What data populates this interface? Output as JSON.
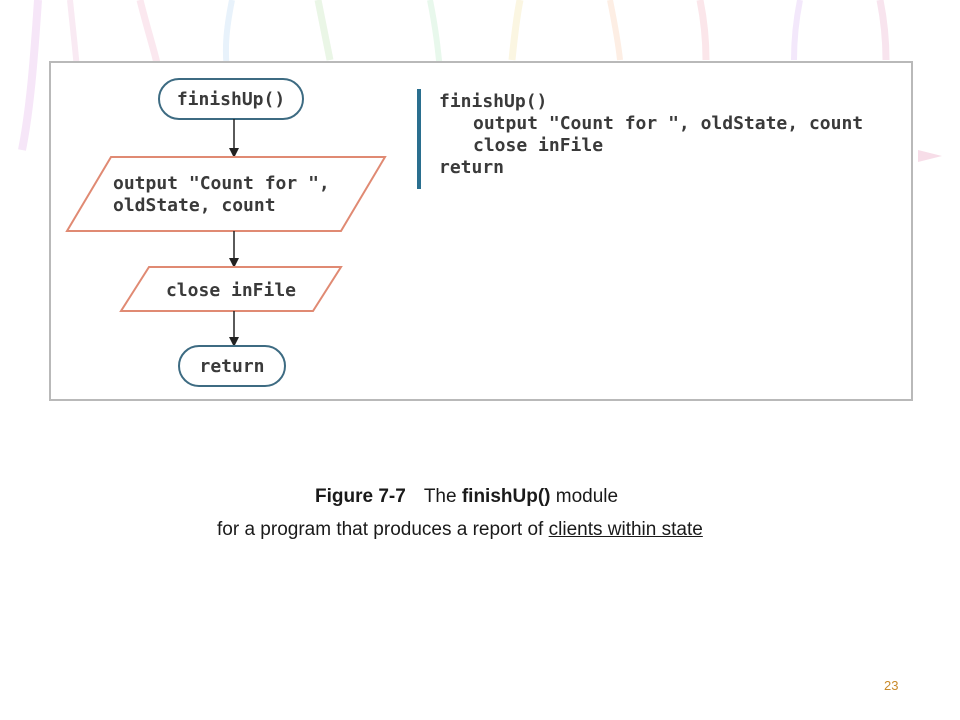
{
  "flowchart": {
    "start": "finishUp()",
    "output_line1": "output \"Count for \",",
    "output_line2": "oldState, count",
    "close": "close inFile",
    "end": "return"
  },
  "pseudocode": {
    "lines": [
      "finishUp()",
      "output \"Count for \", oldState, count",
      "close inFile",
      "return"
    ]
  },
  "caption": {
    "figure_label": "Figure 7-7",
    "the_word": "The",
    "module_name": "finishUp()",
    "module_word": "module",
    "line2_prefix": "for a program that produces a report of",
    "line2_underlined": "clients within state"
  },
  "slide": {
    "page_number": "23"
  },
  "colors": {
    "terminator_stroke": "#3d6b82",
    "io_stroke": "#e08a73",
    "arrow": "#222222",
    "pseudo_bar": "#2a6f8f",
    "page_number": "#c98a2a"
  }
}
